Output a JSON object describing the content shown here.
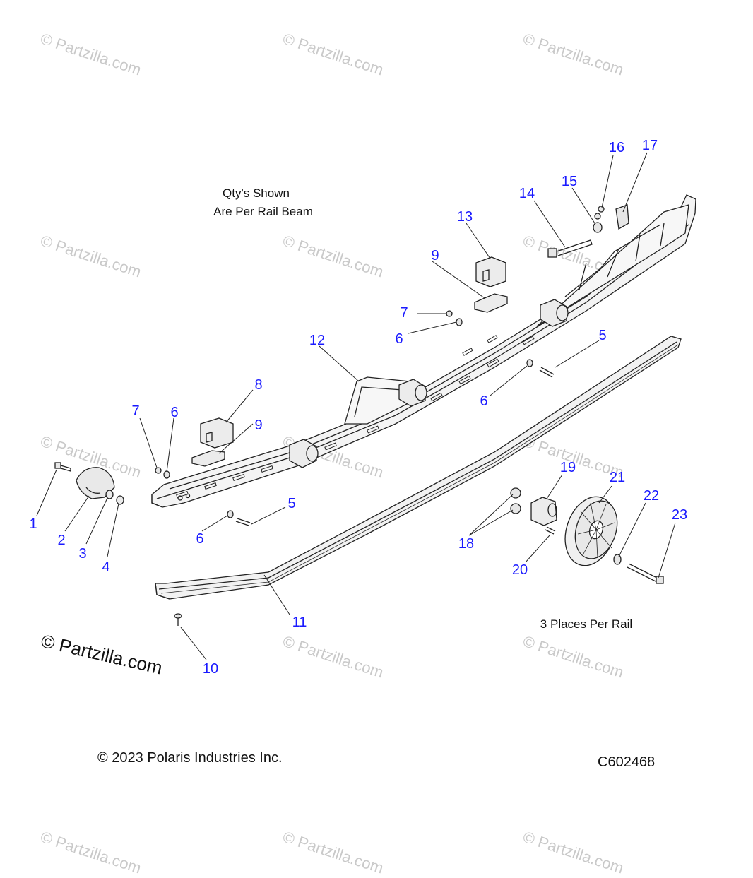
{
  "watermark_text": "© Partzilla.com",
  "big_watermark_text": "© Partzilla.com",
  "notes": {
    "qty_line1": "Qty's Shown",
    "qty_line2": "Are Per Rail Beam",
    "places": "3 Places Per Rail"
  },
  "footer": {
    "copyright": "© 2023 Polaris Industries Inc.",
    "diagram_id": "C602468"
  },
  "callouts": [
    "1",
    "2",
    "3",
    "4",
    "5",
    "5",
    "6",
    "6",
    "6",
    "6",
    "7",
    "7",
    "8",
    "9",
    "9",
    "10",
    "11",
    "12",
    "13",
    "14",
    "15",
    "16",
    "17",
    "18",
    "19",
    "20",
    "21",
    "22",
    "23"
  ],
  "colors": {
    "callout": "#1a1aff",
    "line": "#222222",
    "watermark": "#c9c9c9"
  }
}
